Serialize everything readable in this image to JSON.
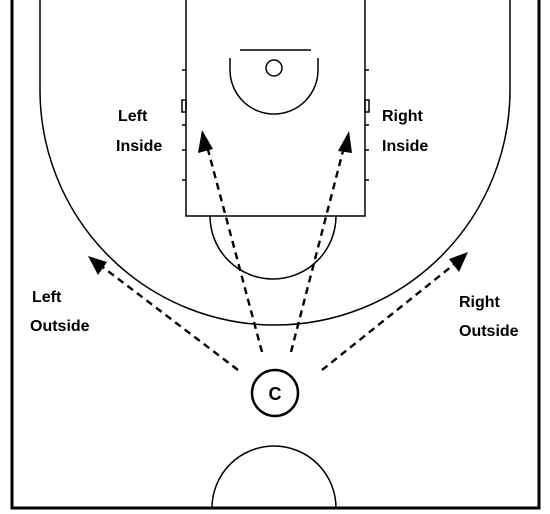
{
  "labels": {
    "left_inside": [
      "Left",
      "Inside"
    ],
    "right_inside": [
      "Right",
      "Inside"
    ],
    "left_outside": [
      "Left",
      "Outside"
    ],
    "right_outside": [
      "Right",
      "Outside"
    ]
  },
  "player": {
    "letter": "C"
  }
}
